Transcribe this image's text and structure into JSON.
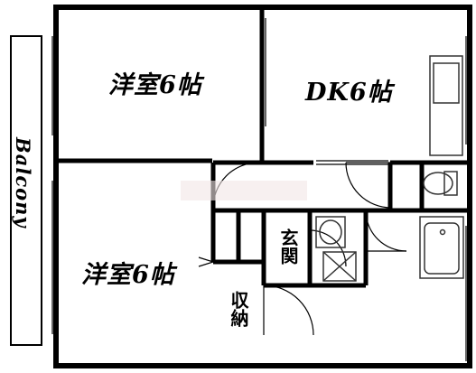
{
  "rooms": {
    "western_upper": "洋室6帖",
    "dk": "DK6帖",
    "western_lower": "洋室6帖",
    "entrance": "玄関",
    "storage": "収納"
  },
  "balcony": "Balcony",
  "colors": {
    "wall": "#000000",
    "fixture": "#333333",
    "background": "#ffffff",
    "wash": "#f2e6e6"
  }
}
